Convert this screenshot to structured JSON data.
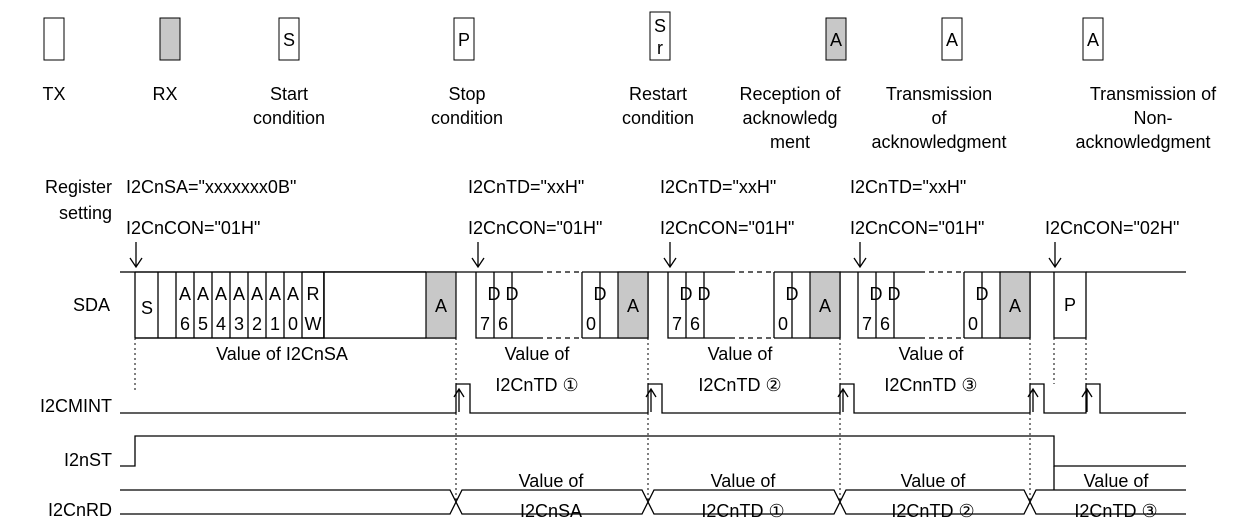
{
  "legend": {
    "tx": {
      "label": "TX",
      "fill": "#ffffff"
    },
    "rx": {
      "label": "RX",
      "fill": "#c8c8c8"
    },
    "start": {
      "symbol": "S",
      "label": [
        "Start",
        "condition"
      ]
    },
    "stop": {
      "symbol": "P",
      "label": [
        "Stop",
        "condition"
      ]
    },
    "restart": {
      "symbol": [
        "S",
        "r"
      ],
      "label": [
        "Restart",
        "condition"
      ]
    },
    "ack_rx": {
      "symbol": "A",
      "label": [
        "Reception of",
        "acknowledg",
        "ment"
      ]
    },
    "ack_tx": {
      "symbol": "A",
      "label": [
        "Transmission",
        "of",
        "acknowledgment"
      ]
    },
    "nack_tx": {
      "symbol": "A",
      "label": [
        "Transmission of",
        "Non-",
        "acknowledgment"
      ]
    }
  },
  "register_setting": {
    "label": [
      "Register",
      "setting"
    ],
    "groups": [
      {
        "lines": [
          "I2CnSA=\"xxxxxxx0B\"",
          "I2CnCON=\"01H\""
        ]
      },
      {
        "lines": [
          "I2CnTD=\"xxH\"",
          "I2CnCON=\"01H\""
        ]
      },
      {
        "lines": [
          "I2CnTD=\"xxH\"",
          "I2CnCON=\"01H\""
        ]
      },
      {
        "lines": [
          "I2CnTD=\"xxH\"",
          "I2CnCON=\"01H\""
        ]
      },
      {
        "lines": [
          "I2CnCON=\"02H\""
        ]
      }
    ]
  },
  "signals": {
    "sda": "SDA",
    "int": "I2CMINT",
    "st": "I2nST",
    "rd": "I2CnRD"
  },
  "sda_cells": {
    "start": "S",
    "address_bits": [
      [
        "A",
        "6"
      ],
      [
        "A",
        "5"
      ],
      [
        "A",
        "4"
      ],
      [
        "A",
        "3"
      ],
      [
        "A",
        "2"
      ],
      [
        "A",
        "1"
      ],
      [
        "A",
        "0"
      ],
      [
        "R",
        "W"
      ]
    ],
    "ack": "A",
    "data_bits": [
      [
        "D",
        "7"
      ],
      [
        "D",
        "6"
      ],
      [
        "D",
        "0"
      ]
    ],
    "stop": "P"
  },
  "sda_captions": [
    [
      "Value of I2CnSA"
    ],
    [
      "Value of",
      "I2CnTD ①"
    ],
    [
      "Value of",
      "I2CnTD ②"
    ],
    [
      "Value of",
      "I2CnnTD ③"
    ]
  ],
  "rd_values": [
    [
      "Value of",
      "I2CnSA"
    ],
    [
      "Value of",
      "I2CnTD ①"
    ],
    [
      "Value of",
      "I2CnTD ②"
    ],
    [
      "Value of",
      "I2CnTD ③"
    ]
  ],
  "colors": {
    "rx_fill": "#c8c8c8",
    "line": "#000000"
  }
}
